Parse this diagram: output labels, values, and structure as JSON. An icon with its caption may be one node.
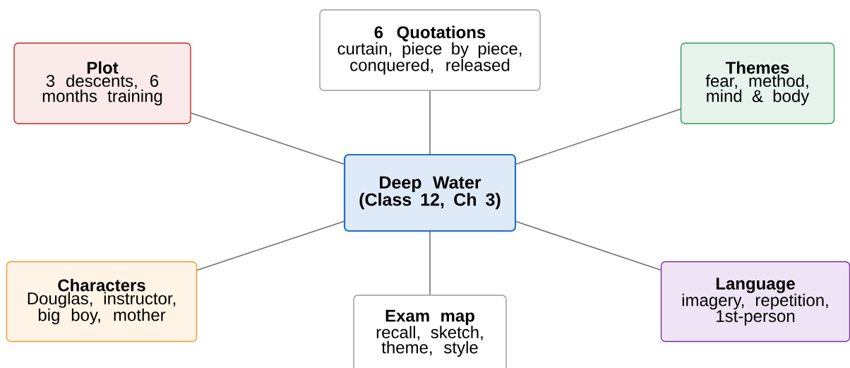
{
  "diagram": {
    "nodes": [
      {
        "text": [
          "Deep Water (Class 12, Ch 3)"
        ]
      },
      {
        "text": [
          "Plot",
          "3 descents, 6 months training"
        ]
      },
      {
        "text": [
          "6 Quotations",
          "curtain, piece by piece, conquered, released"
        ]
      },
      {
        "text": [
          "Themes",
          "fear, method, mind & body"
        ]
      },
      {
        "text": [
          "Characters",
          "Douglas, instructor, big boy, mother"
        ]
      },
      {
        "text": [
          "Exam map",
          "recall, sketch, theme, style"
        ]
      },
      {
        "text": [
          "Language",
          "imagery, repetition, 1st-person"
        ]
      }
    ],
    "edges": [
      {
        "from": 0,
        "to": 1,
        "arrow": "none"
      },
      {
        "from": 0,
        "to": 2,
        "arrow": "none"
      },
      {
        "from": 0,
        "to": 3,
        "arrow": "none"
      },
      {
        "from": 0,
        "to": 4,
        "arrow": "none"
      },
      {
        "from": 0,
        "to": 5,
        "arrow": "none"
      },
      {
        "from": 0,
        "to": 6,
        "arrow": "none"
      }
    ]
  }
}
